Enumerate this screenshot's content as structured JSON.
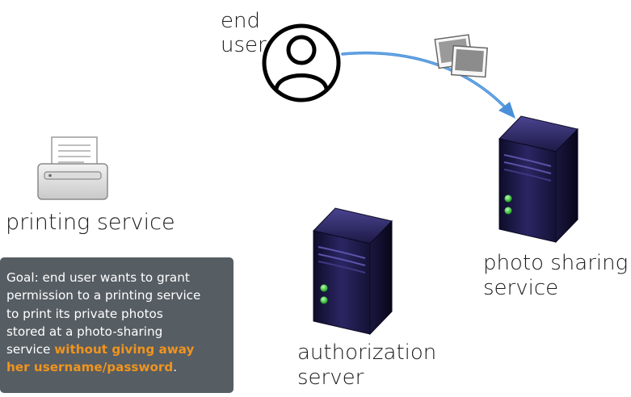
{
  "labels": {
    "end_user_line1": "end",
    "end_user_line2": "user",
    "printing_service": "printing service",
    "photo_sharing_line1": "photo sharing",
    "photo_sharing_line2": "service",
    "authorization_line1": "authorization",
    "authorization_line2": "server"
  },
  "goal": {
    "line1": "Goal: end user wants to grant",
    "line2": "permission to a printing service",
    "line3": "to print its private photos",
    "line4": "stored at a photo-sharing",
    "line5_plain": "service ",
    "line5_highlight": "without giving away",
    "line6_highlight": "her username/password",
    "line6_plain": "."
  },
  "colors": {
    "goal_box_bg": "#565d63",
    "highlight": "#f0941e",
    "arrow": "#4a90d9",
    "server_body": "#1e1b4a",
    "server_led": "#3fd23f"
  },
  "icons": [
    "user-icon",
    "photos-icon",
    "printer-icon",
    "server-icon"
  ]
}
